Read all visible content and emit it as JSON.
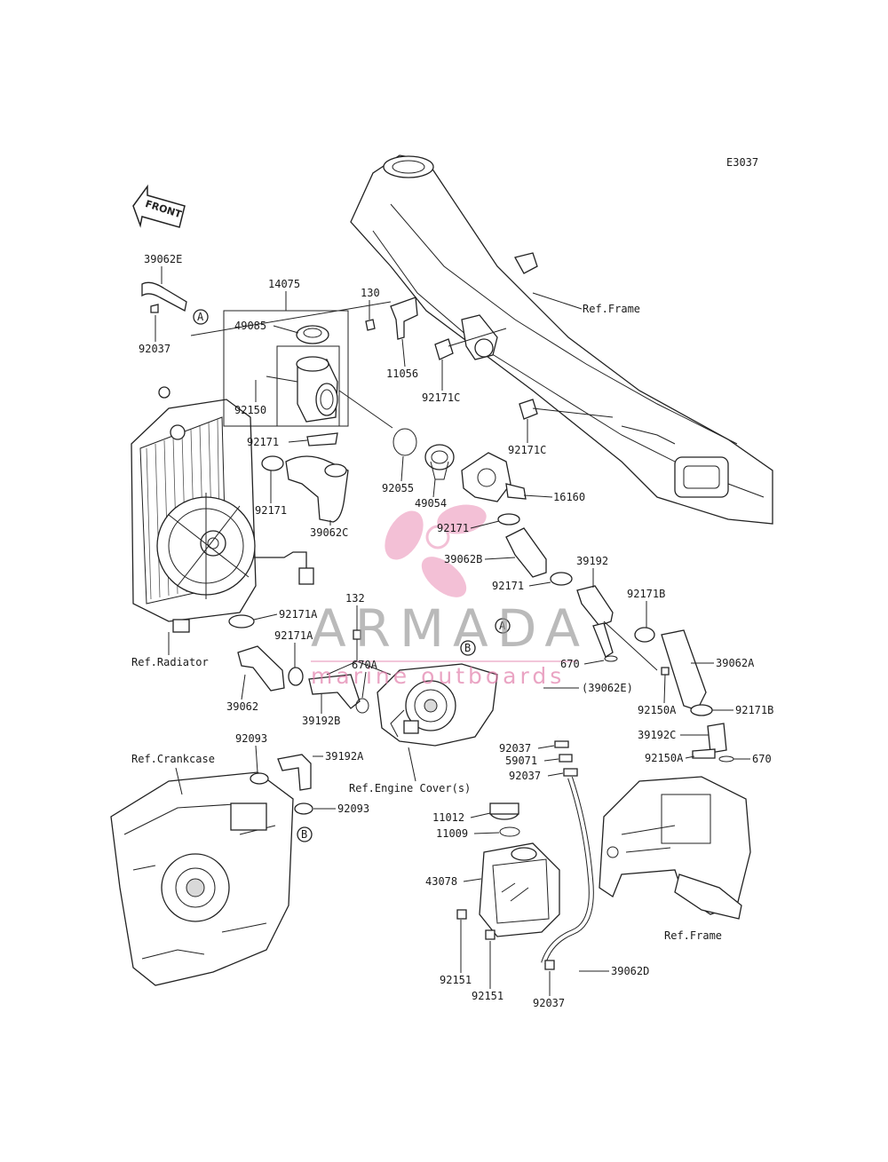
{
  "diagram_code": "E3037",
  "front_arrow": "FRONT",
  "parts": {
    "p39062E": "39062E",
    "p92037a": "92037",
    "p14075": "14075",
    "p49085": "49085",
    "p130": "130",
    "p11056": "11056",
    "p92171Ca": "92171C",
    "p92171Cb": "92171C",
    "p92150": "92150",
    "p92171a": "92171",
    "p92171b": "92171",
    "p39062C": "39062C",
    "p92055": "92055",
    "p49054": "49054",
    "p16160": "16160",
    "p92171c": "92171",
    "p39062B": "39062B",
    "p92171d": "92171",
    "p39192": "39192",
    "p92171B": "92171B",
    "p92171Aa": "92171A",
    "p92171Ab": "92171A",
    "p132": "132",
    "p670A": "670A",
    "p39062": "39062",
    "p39192B": "39192B",
    "p670a": "670",
    "p39062Ep": "(39062E)",
    "p92150Aa": "92150A",
    "p39062A": "39062A",
    "p92171Bb": "92171B",
    "p39192C": "39192C",
    "p92150Ab": "92150A",
    "p670b": "670",
    "p92093a": "92093",
    "p39192A": "39192A",
    "p92093b": "92093",
    "p92037b": "92037",
    "p59071": "59071",
    "p92037c": "92037",
    "p11012": "11012",
    "p11009": "11009",
    "p43078": "43078",
    "p92151a": "92151",
    "p92151b": "92151",
    "p92037d": "92037",
    "p39062D": "39062D"
  },
  "refs": {
    "frame_top": "Ref.Frame",
    "radiator": "Ref.Radiator",
    "crankcase": "Ref.Crankcase",
    "engine_cover": "Ref.Engine Cover(s)",
    "frame_bottom": "Ref.Frame"
  },
  "markers": {
    "a1": "A",
    "a2": "A",
    "b1": "B",
    "b2": "B"
  },
  "watermark": {
    "brand": "ARMADA",
    "tagline": "marine outboards",
    "color": "#e07aa8"
  }
}
